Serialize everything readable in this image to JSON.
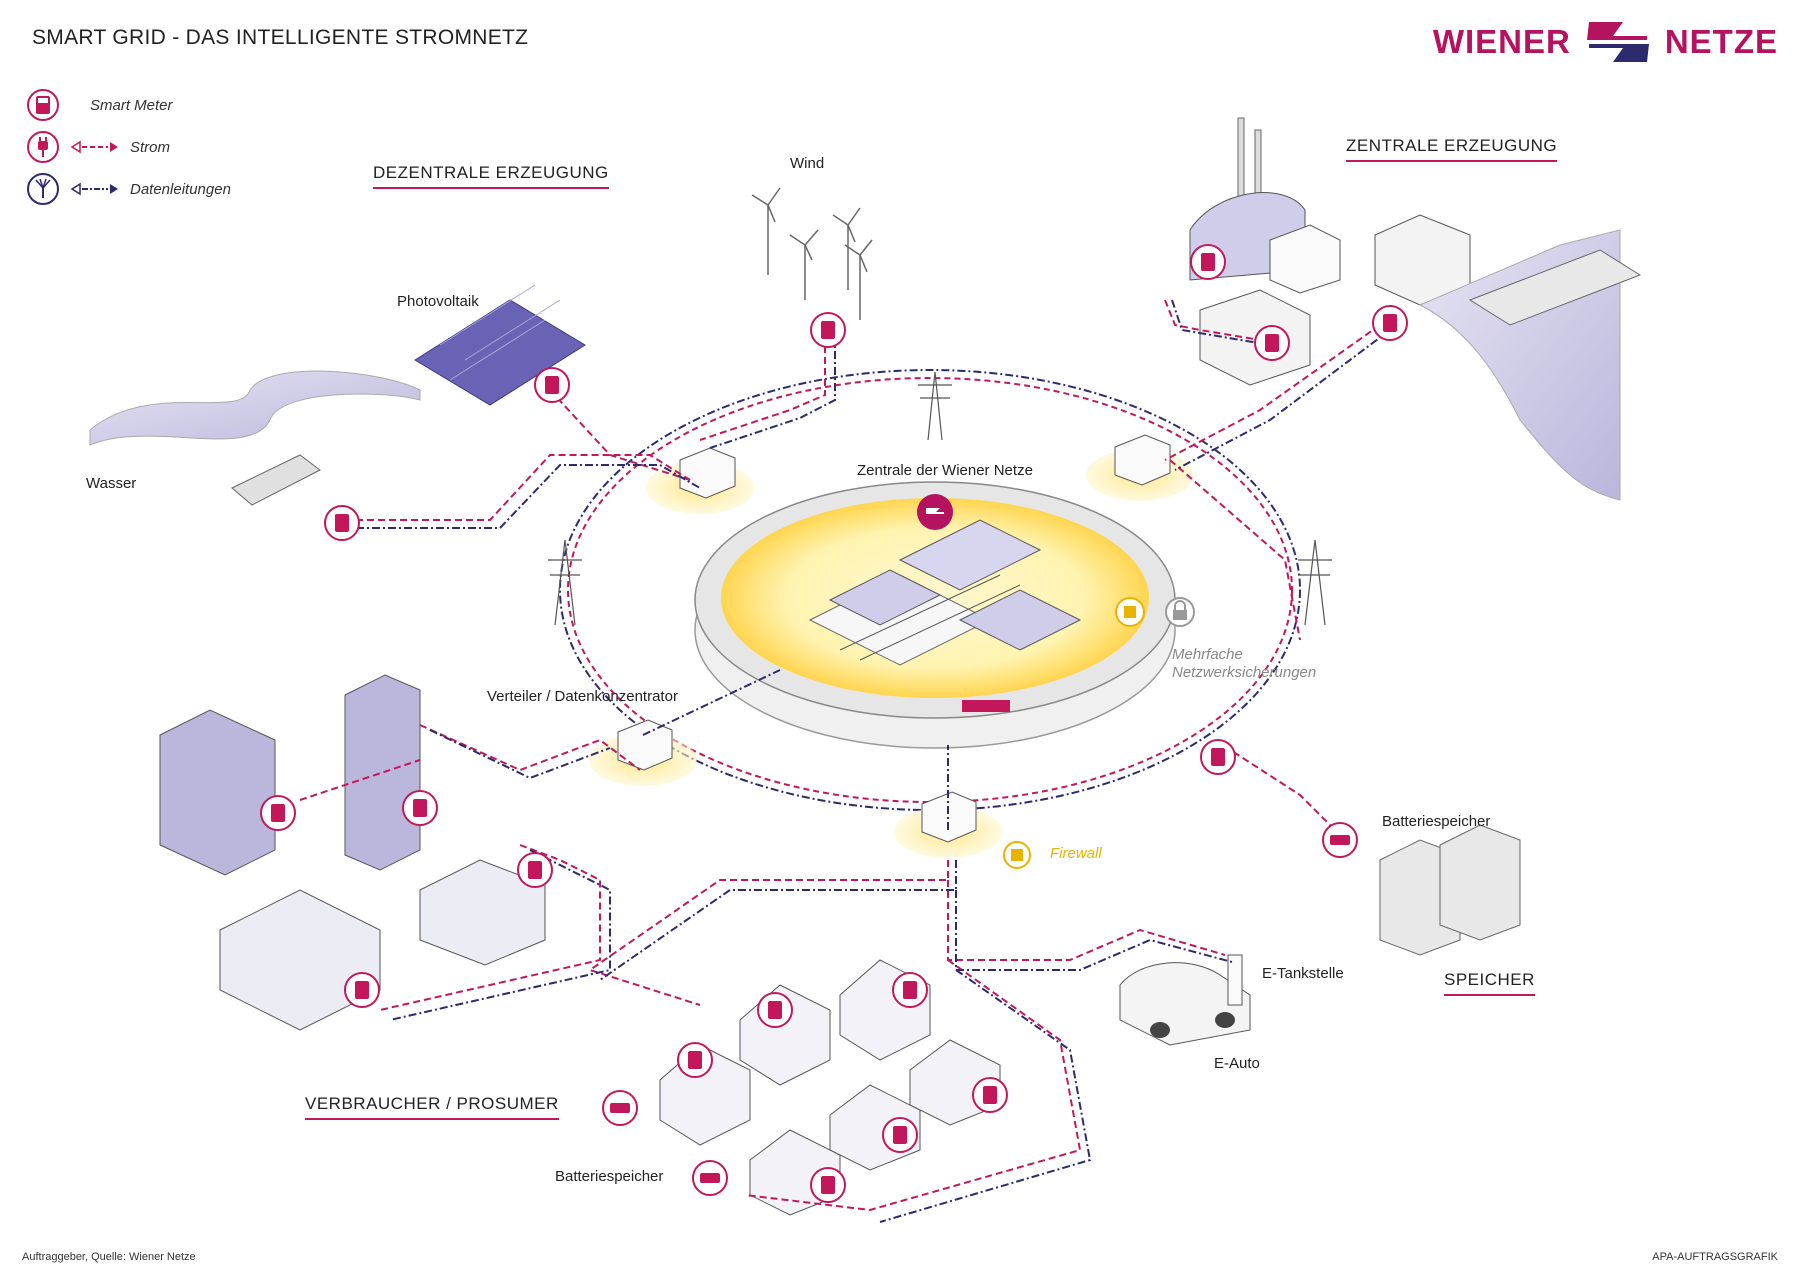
{
  "title": "SMART GRID - DAS INTELLIGENTE STROMNETZ",
  "logo": {
    "left_word": "WIENER",
    "right_word": "NETZE",
    "brand_color": "#b5125f",
    "accent_color": "#2d2a6e"
  },
  "legend": [
    {
      "icon": "smart-meter-icon",
      "label": "Smart Meter"
    },
    {
      "icon": "plug-icon",
      "label": "Strom"
    },
    {
      "icon": "fiber-icon",
      "label": "Datenleitungen"
    }
  ],
  "categories": {
    "dezentral": "DEZENTRALE ERZEUGUNG",
    "zentral": "ZENTRALE ERZEUGUNG",
    "verbraucher": "VERBRAUCHER / PROSUMER",
    "speicher": "SPEICHER"
  },
  "labels": {
    "wind": "Wind",
    "photovoltaik": "Photovoltaik",
    "wasser": "Wasser",
    "zentrale": "Zentrale der Wiener Netze",
    "verteiler": "Verteiler / Datenkonzentrator",
    "netzwerk_line1": "Mehrfache",
    "netzwerk_line2": "Netzwerksicherungen",
    "firewall": "Firewall",
    "batteriespeicher_right": "Batteriespeicher",
    "e_tankstelle": "E-Tankstelle",
    "e_auto": "E-Auto",
    "batteriespeicher_left": "Batteriespeicher"
  },
  "footer": {
    "left": "Auftraggeber, Quelle: Wiener Netze",
    "right": "APA-AUFTRAGSGRAFIK"
  },
  "colors": {
    "strom": "#c2185b",
    "daten": "#2d2a6e",
    "highlight": "#ffd54f",
    "building": "#8a86c9"
  }
}
